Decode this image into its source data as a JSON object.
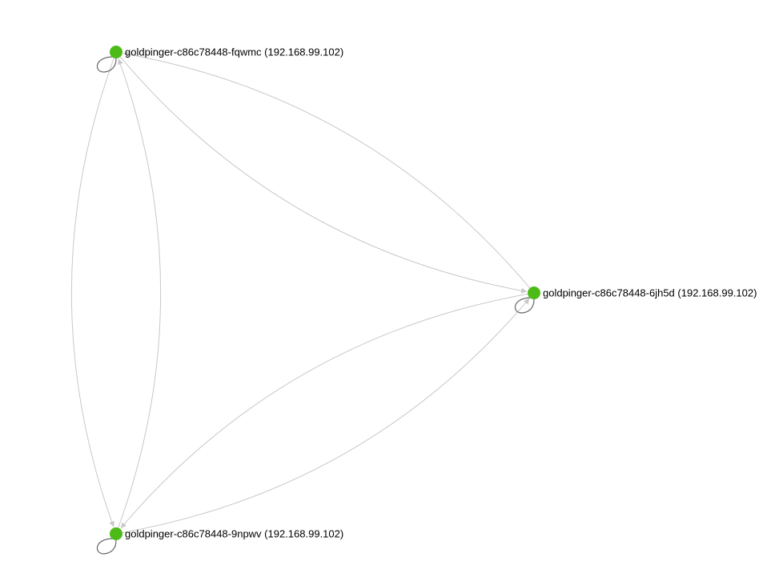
{
  "graph": {
    "nodes": [
      {
        "id": "fqwmc",
        "label": "goldpinger-c86c78448-fqwmc (192.168.99.102)",
        "status": "healthy"
      },
      {
        "id": "6jh5d",
        "label": "goldpinger-c86c78448-6jh5d (192.168.99.102)",
        "status": "healthy"
      },
      {
        "id": "9npwv",
        "label": "goldpinger-c86c78448-9npwv (192.168.99.102)",
        "status": "healthy"
      }
    ],
    "edges": [
      {
        "source": "fqwmc",
        "target": "fqwmc"
      },
      {
        "source": "6jh5d",
        "target": "6jh5d"
      },
      {
        "source": "9npwv",
        "target": "9npwv"
      },
      {
        "source": "fqwmc",
        "target": "6jh5d"
      },
      {
        "source": "6jh5d",
        "target": "fqwmc"
      },
      {
        "source": "fqwmc",
        "target": "9npwv"
      },
      {
        "source": "9npwv",
        "target": "fqwmc"
      },
      {
        "source": "6jh5d",
        "target": "9npwv"
      },
      {
        "source": "9npwv",
        "target": "6jh5d"
      }
    ]
  },
  "colors": {
    "node_healthy": "#4cbb17",
    "edge": "#c8c8c8",
    "arrow": "#c8c8c8",
    "self_loop": "#666666",
    "label": "#000000"
  }
}
